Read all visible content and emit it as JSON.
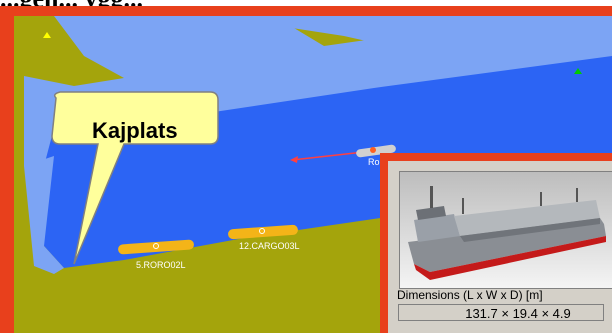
{
  "header": {
    "title": "...gen... ygg..."
  },
  "callout": {
    "label": "Kajplats"
  },
  "vessels": [
    {
      "name": "5.RORO02L"
    },
    {
      "name": "12.CARGO03L"
    },
    {
      "name": "Ro..."
    }
  ],
  "ship_info": {
    "dimensions_label": "Dimensions (L x W x D) [m]",
    "dimensions_value": "131.7 × 19.4 × 4.9"
  },
  "colors": {
    "frame": "#e8401c",
    "land": "#a4a40c",
    "deep_water": "#2c64f4",
    "shallow_water": "#7ca4f4",
    "callout_fill": "#ffff9c",
    "vessel": "#f4b418"
  }
}
